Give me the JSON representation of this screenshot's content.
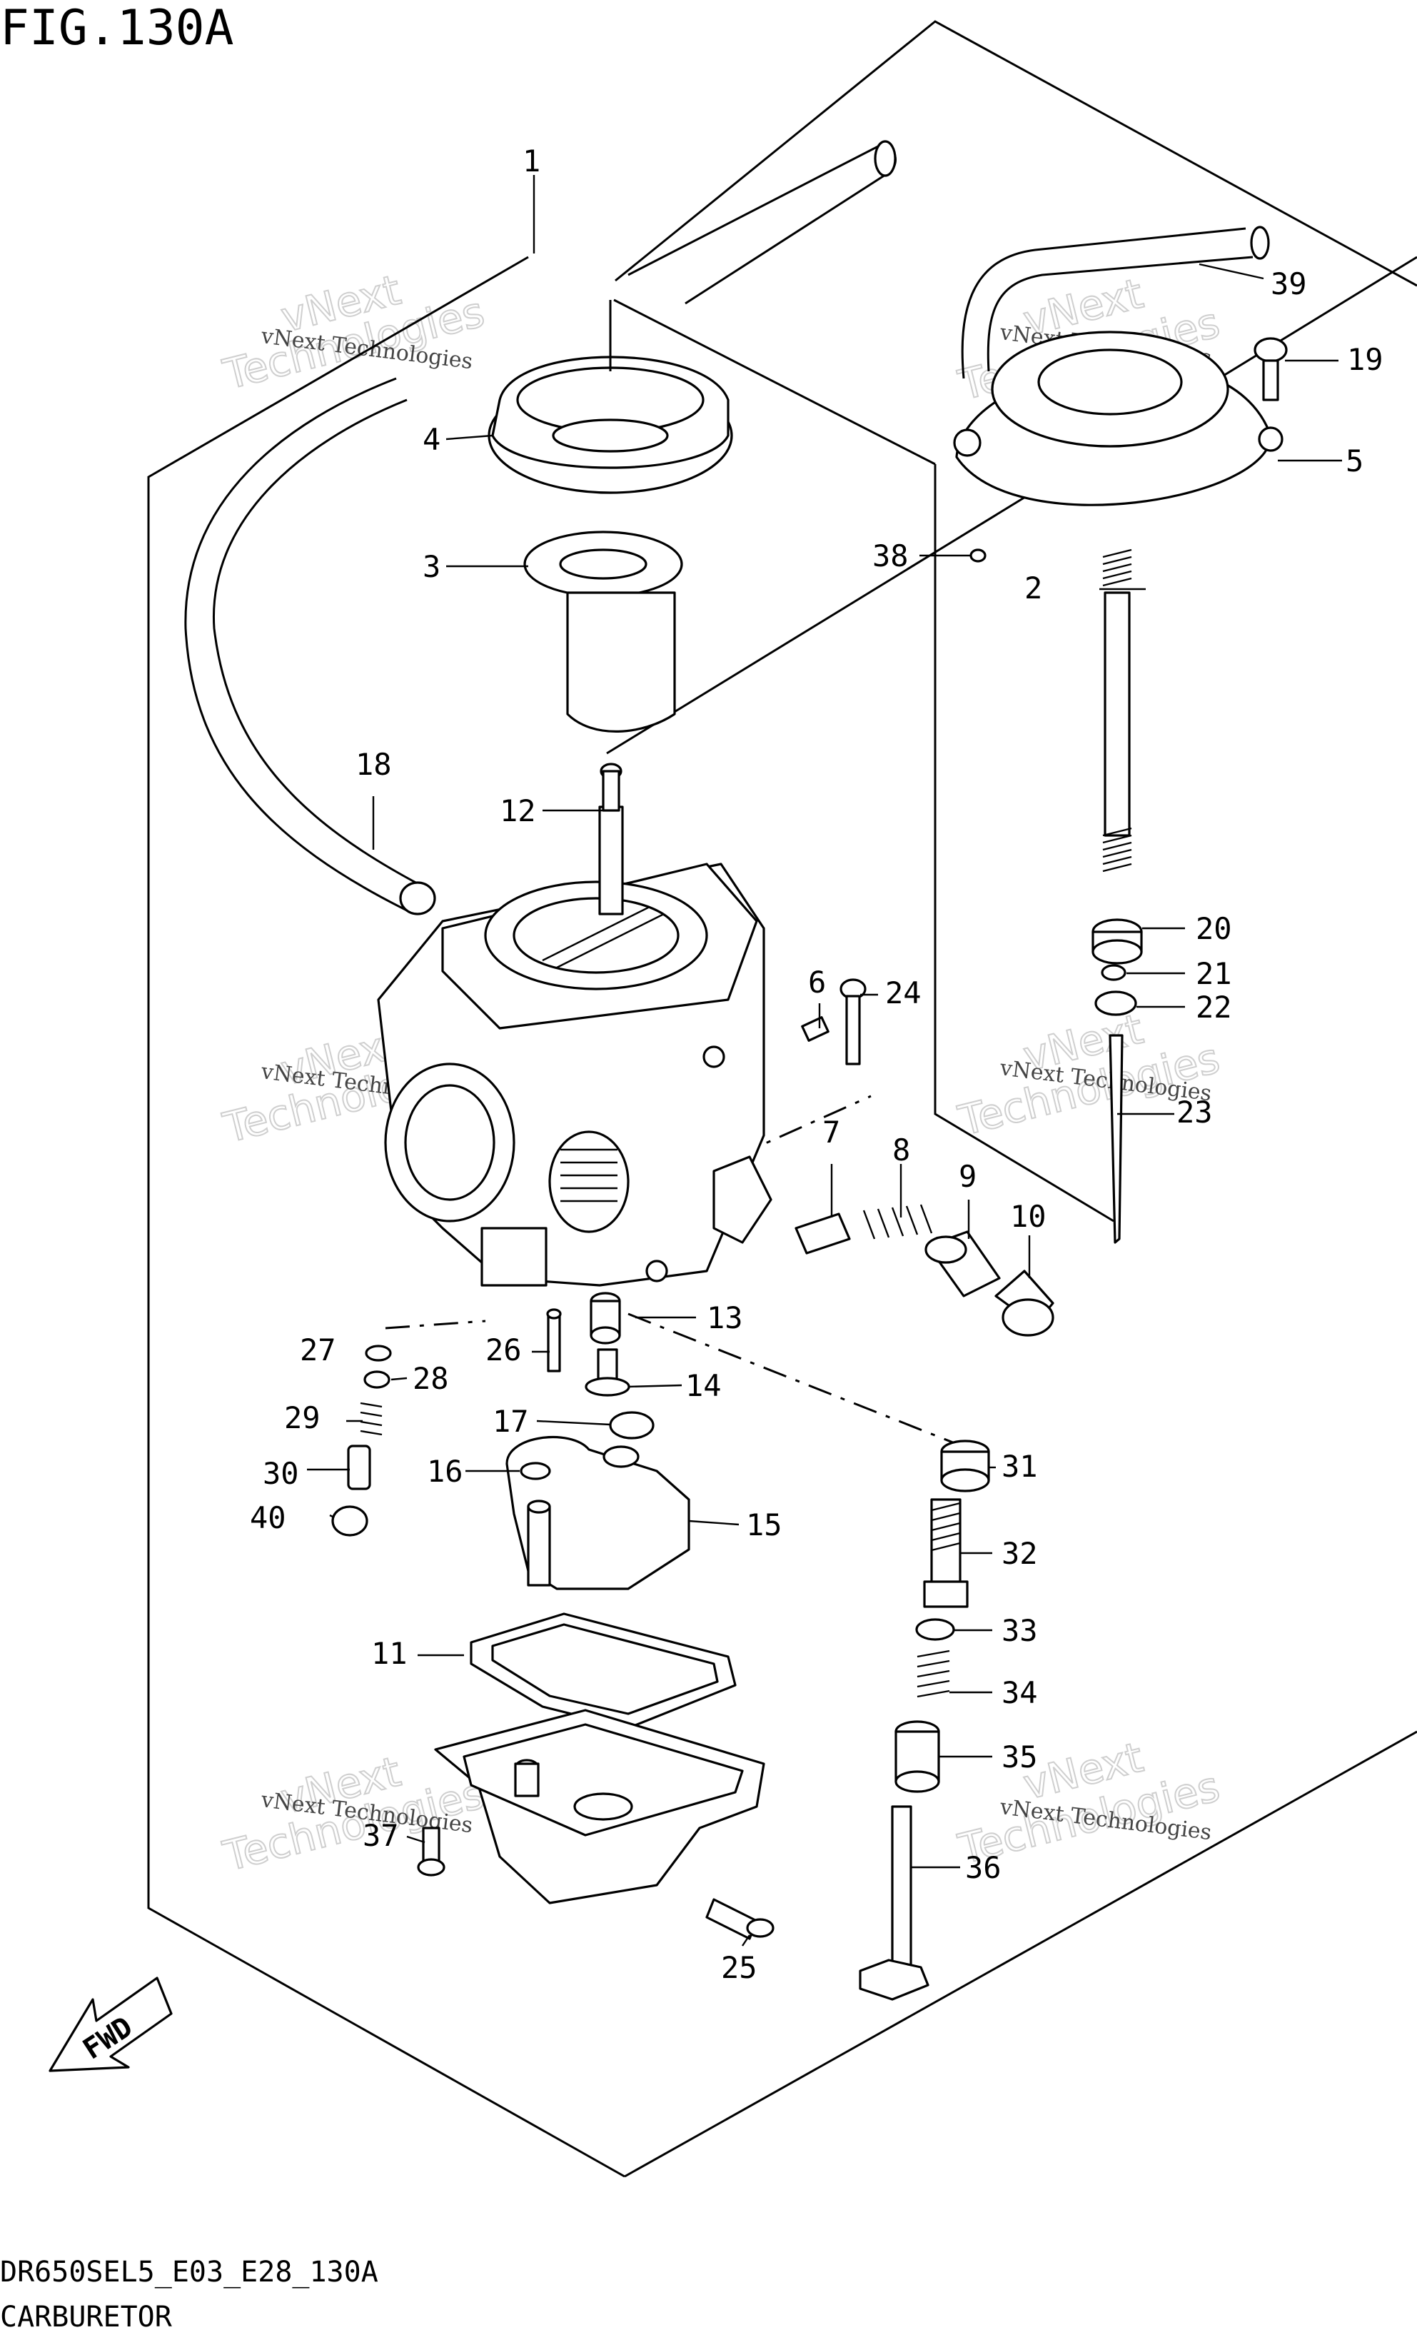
{
  "figure": {
    "title": "FIG.130A",
    "diagram_code": "DR650SEL5_E03_E28_130A",
    "section_name": "CARBURETOR",
    "fwd_label": "FWD"
  },
  "watermark": {
    "line1": "vNext Technologies",
    "line2": "vNext",
    "line3": "Technologies"
  },
  "callouts": [
    {
      "id": "c1",
      "label": "1"
    },
    {
      "id": "c2",
      "label": "2"
    },
    {
      "id": "c3",
      "label": "3"
    },
    {
      "id": "c4",
      "label": "4"
    },
    {
      "id": "c5",
      "label": "5"
    },
    {
      "id": "c6",
      "label": "6"
    },
    {
      "id": "c7",
      "label": "7"
    },
    {
      "id": "c8",
      "label": "8"
    },
    {
      "id": "c9",
      "label": "9"
    },
    {
      "id": "c10",
      "label": "10"
    },
    {
      "id": "c11",
      "label": "11"
    },
    {
      "id": "c12",
      "label": "12"
    },
    {
      "id": "c13",
      "label": "13"
    },
    {
      "id": "c14",
      "label": "14"
    },
    {
      "id": "c15",
      "label": "15"
    },
    {
      "id": "c16",
      "label": "16"
    },
    {
      "id": "c17",
      "label": "17"
    },
    {
      "id": "c18",
      "label": "18"
    },
    {
      "id": "c19",
      "label": "19"
    },
    {
      "id": "c20",
      "label": "20"
    },
    {
      "id": "c21",
      "label": "21"
    },
    {
      "id": "c22",
      "label": "22"
    },
    {
      "id": "c23",
      "label": "23"
    },
    {
      "id": "c24",
      "label": "24"
    },
    {
      "id": "c25",
      "label": "25"
    },
    {
      "id": "c26",
      "label": "26"
    },
    {
      "id": "c27",
      "label": "27"
    },
    {
      "id": "c28",
      "label": "28"
    },
    {
      "id": "c29",
      "label": "29"
    },
    {
      "id": "c30",
      "label": "30"
    },
    {
      "id": "c31",
      "label": "31"
    },
    {
      "id": "c32",
      "label": "32"
    },
    {
      "id": "c33",
      "label": "33"
    },
    {
      "id": "c34",
      "label": "34"
    },
    {
      "id": "c35",
      "label": "35"
    },
    {
      "id": "c36",
      "label": "36"
    },
    {
      "id": "c37",
      "label": "37"
    },
    {
      "id": "c38",
      "label": "38"
    },
    {
      "id": "c39",
      "label": "39"
    },
    {
      "id": "c40",
      "label": "40"
    }
  ]
}
